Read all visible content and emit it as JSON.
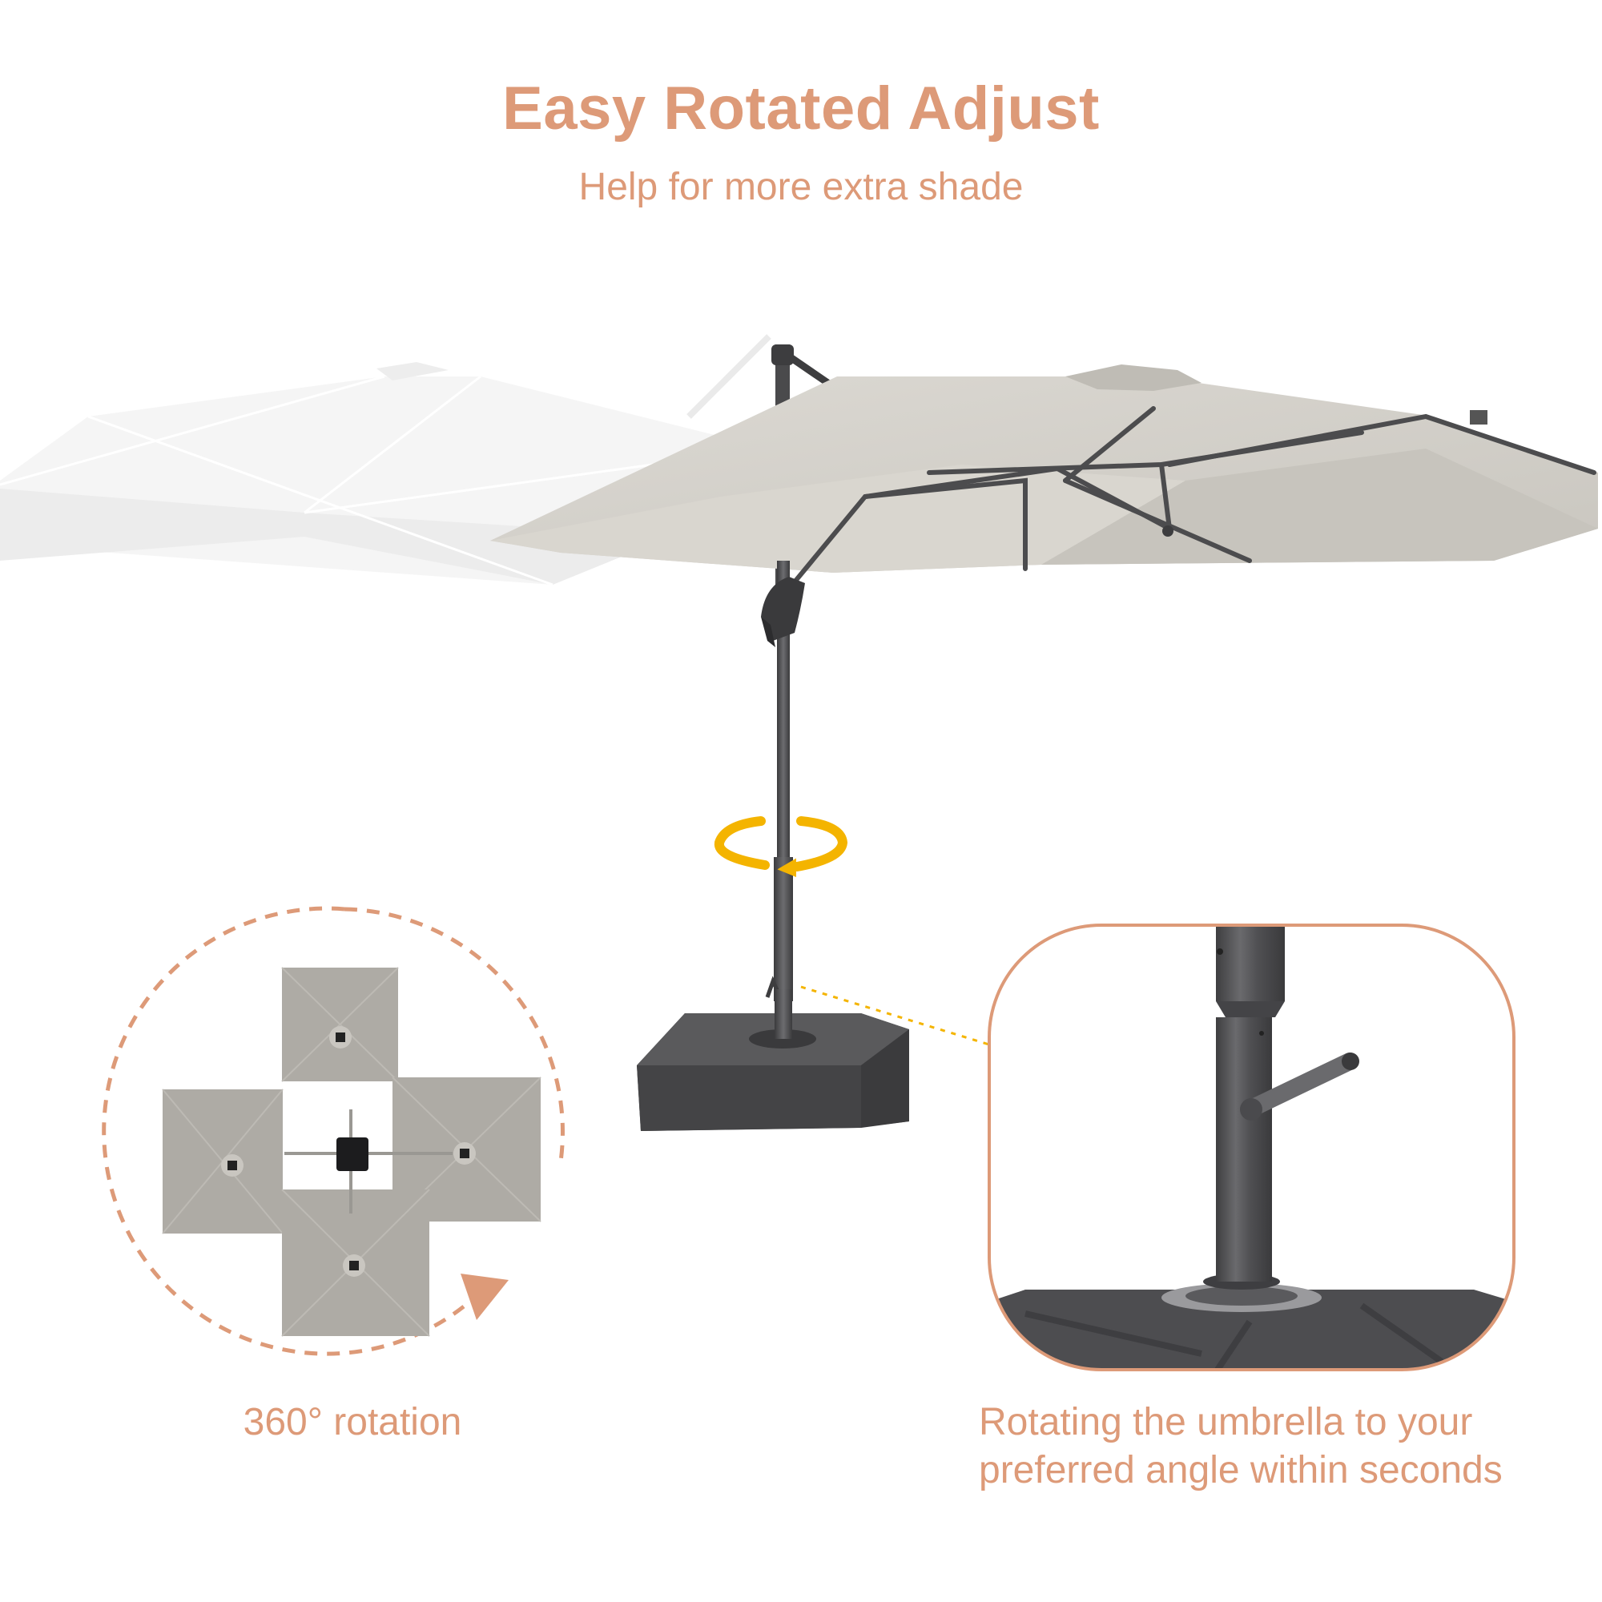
{
  "header": {
    "title": "Easy Rotated Adjust",
    "subtitle": "Help for more extra shade"
  },
  "left_panel": {
    "caption": "360° rotation",
    "icon": "rotation-diagram-icon"
  },
  "right_panel": {
    "caption_line1": "Rotating the umbrella to your",
    "caption_line2": "preferred angle within seconds",
    "icon": "pole-handle-closeup-icon"
  },
  "colors": {
    "accent": "#dd9a78",
    "canopy": "#d3d0ca",
    "frame": "#4a4a4c",
    "rotation_arrow": "#f4b400"
  }
}
